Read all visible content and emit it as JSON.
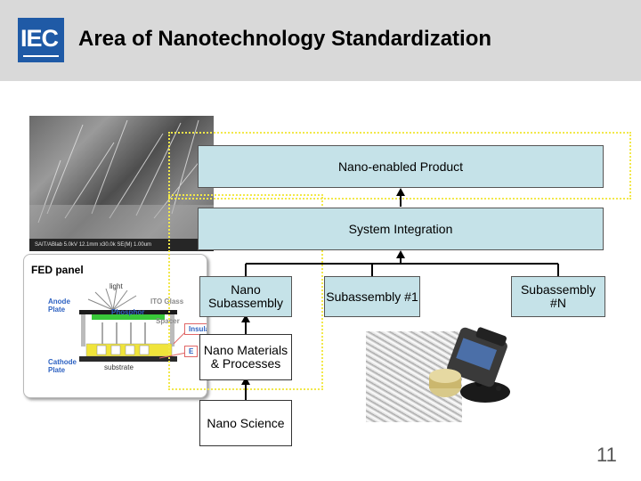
{
  "header": {
    "logo_text": "IEC",
    "title": "Area of Nanotechnology Standardization"
  },
  "sem_image": {
    "caption": "SAIT/ABlab 5.0kV 12.1mm x30.0k SE(M)    1.00um"
  },
  "fed_panel": {
    "title": "FED panel",
    "labels": {
      "light": "light",
      "ito_glass": "ITO Glass",
      "anode_plate": "Anode Plate",
      "phosphor": "Phosphor",
      "spacer": "Spacer",
      "insulator": "Insulator",
      "cathode_plate": "Cathode Plate",
      "substrate": "substrate",
      "e_partial": "E"
    }
  },
  "diagram": {
    "nano_enabled_product": "Nano-enabled Product",
    "system_integration": "System Integration",
    "nano_subassembly": "Nano Subassembly",
    "subassembly_1": "Subassembly #1",
    "subassembly_n": "Subassembly #N",
    "nano_materials": "Nano Materials & Processes",
    "nano_science": "Nano Science"
  },
  "colors": {
    "box_fill": "#c5e2e8",
    "dotted_outline": "#f2e84a",
    "logo_blue": "#1f5aa6",
    "header_gray": "#d9d9d9"
  },
  "page_number": "11"
}
